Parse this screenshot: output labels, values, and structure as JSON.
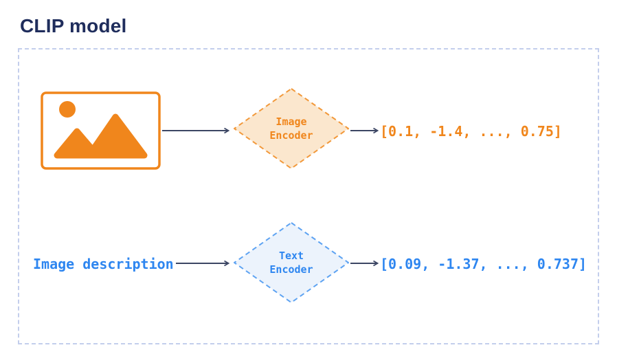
{
  "title": "CLIP model",
  "colors": {
    "navy_title": "#1F2D5C",
    "arrow": "#3C4664",
    "frame_dash": "#C3CEEC",
    "orange": "#F0861C",
    "orange_dash": "#F2993B",
    "orange_fill": "#FBE7CE",
    "blue": "#2E86F0",
    "blue_dash": "#5EA3F2",
    "blue_fill": "#ECF3FC",
    "background": "#FFFFFF"
  },
  "diagram": {
    "image_branch": {
      "input_icon": "image-icon",
      "encoder_label": "Image Encoder",
      "output_vector": "[0.1, -1.4, ..., 0.75]"
    },
    "text_branch": {
      "input_label": "Image description",
      "encoder_label": "Text Encoder",
      "output_vector": "[0.09, -1.37, ..., 0.737]"
    }
  }
}
